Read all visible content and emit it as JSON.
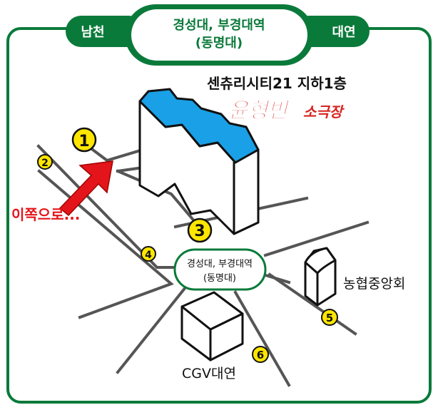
{
  "header": {
    "left_tab": "남천",
    "center_line1": "경성대, 부경대역",
    "center_line2": "(동명대)",
    "right_tab": "대연"
  },
  "venue": {
    "building": "센츄리시티21 지하1층",
    "name_main": "윤형빈",
    "name_sub": "소극장"
  },
  "direction_label": "이쪽으로...",
  "station_label": {
    "line1": "경성대, 부경대역",
    "line2": "(동명대)"
  },
  "landmarks": {
    "bank": "농협중앙회",
    "cinema": "CGV대연"
  },
  "exits": [
    "1",
    "2",
    "3",
    "4",
    "5",
    "6"
  ],
  "colors": {
    "frame_green": "#0a7a3a",
    "exit_yellow": "#ffe600",
    "roof_blue": "#1aa0e6",
    "arrow_red": "#e3151b",
    "title_red": "#d8231f"
  }
}
